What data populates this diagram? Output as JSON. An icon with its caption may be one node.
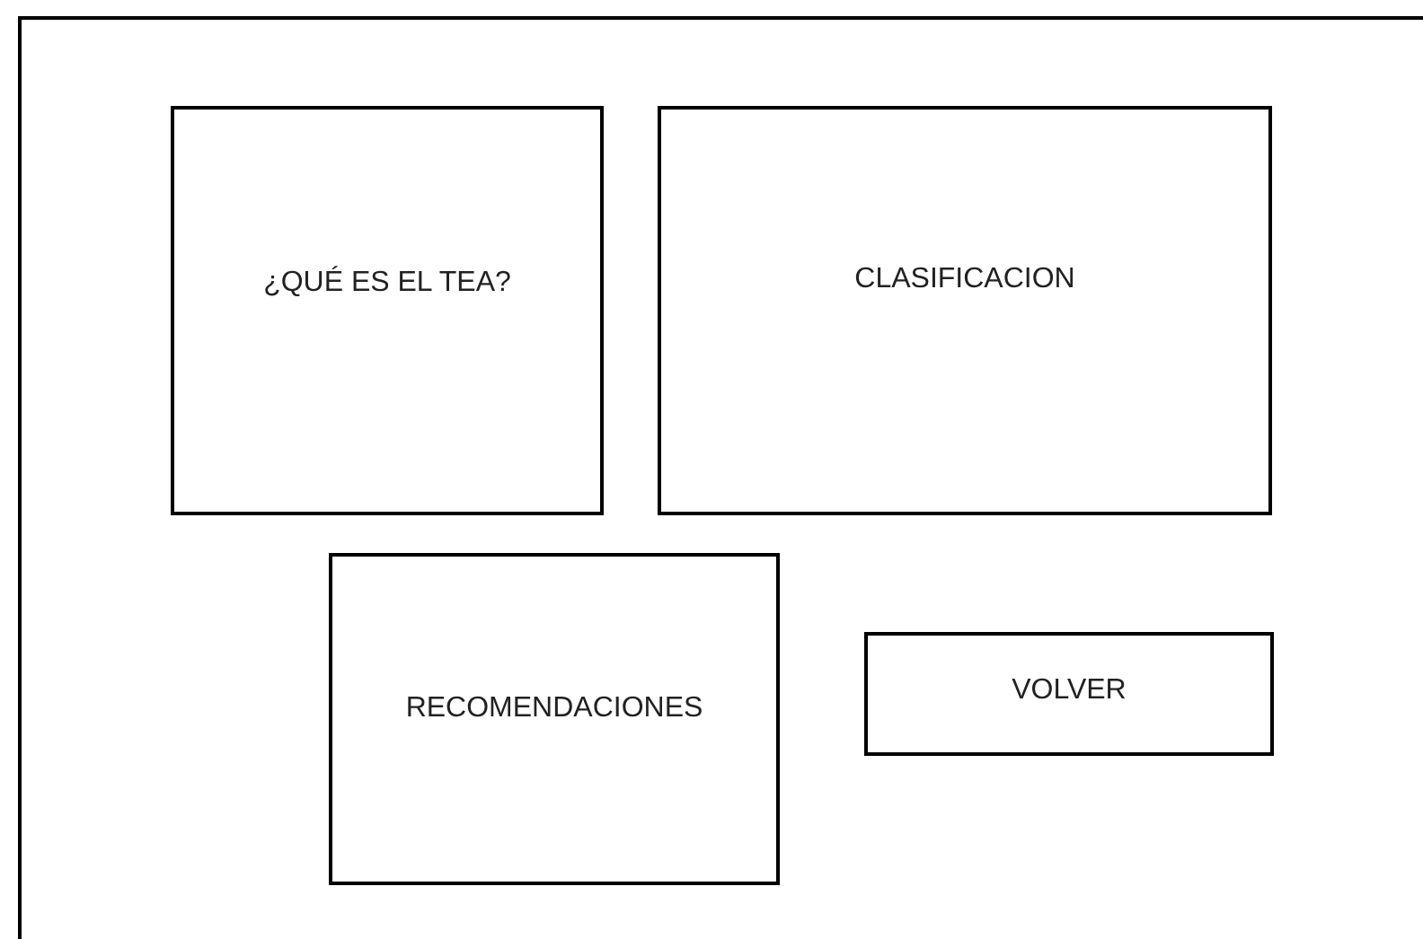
{
  "diagram": {
    "nodes": [
      {
        "text": [],
        "shape": "box"
      },
      {
        "text": [
          "¿QUÉ ES EL TEA?"
        ],
        "in": 0
      },
      {
        "text": [
          "CLASIFICACION"
        ],
        "in": 0
      },
      {
        "text": [
          "RECOMENDACIONES"
        ],
        "in": 0
      },
      {
        "text": [
          "VOLVER"
        ],
        "in": 0
      }
    ],
    "edges": []
  }
}
